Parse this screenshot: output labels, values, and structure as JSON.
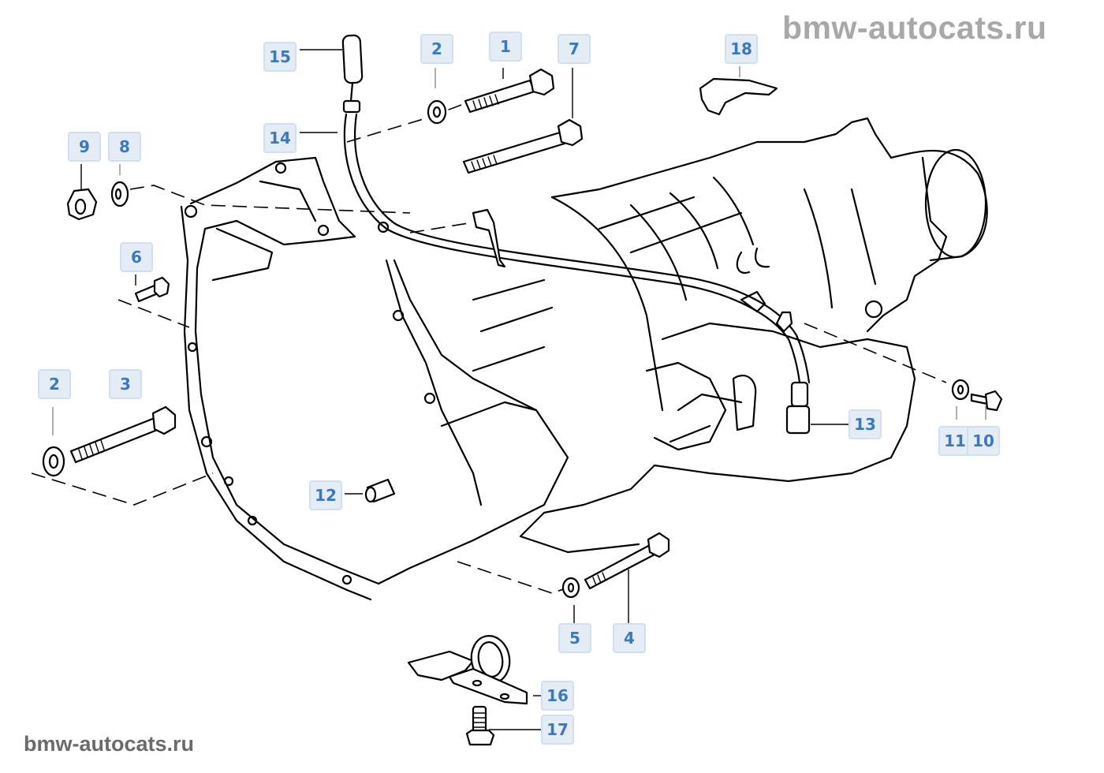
{
  "diagram": {
    "subject": "Automatic transmission housing — exploded parts view",
    "watermarks": {
      "top_right": "bmw-autocats.ru",
      "bottom_left": "bmw-autocats.ru"
    },
    "colors": {
      "callout_text": "#3b78c0",
      "callout_fill": "#e4ecf6",
      "callout_border": "#d2dff0",
      "watermark_top": "#a8a8a8",
      "watermark_bottom": "#6b6b6b",
      "line_art": "#000000"
    },
    "callouts": [
      {
        "id": "c15",
        "label": "15",
        "part": "dipstick-handle"
      },
      {
        "id": "c14",
        "label": "14",
        "part": "dipstick-guide-tube"
      },
      {
        "id": "c2a",
        "label": "2",
        "part": "washer"
      },
      {
        "id": "c1",
        "label": "1",
        "part": "hex-bolt"
      },
      {
        "id": "c7",
        "label": "7",
        "part": "hex-bolt-long"
      },
      {
        "id": "c18",
        "label": "18",
        "part": "bracket"
      },
      {
        "id": "c9",
        "label": "9",
        "part": "hex-nut"
      },
      {
        "id": "c8",
        "label": "8",
        "part": "washer"
      },
      {
        "id": "c6",
        "label": "6",
        "part": "hex-bolt-short"
      },
      {
        "id": "c2b",
        "label": "2",
        "part": "washer"
      },
      {
        "id": "c3",
        "label": "3",
        "part": "hex-bolt"
      },
      {
        "id": "c12",
        "label": "12",
        "part": "dowel-sleeve"
      },
      {
        "id": "c13",
        "label": "13",
        "part": "tube-seal-fitting"
      },
      {
        "id": "c11",
        "label": "11",
        "part": "washer"
      },
      {
        "id": "c10",
        "label": "10",
        "part": "hex-bolt"
      },
      {
        "id": "c5",
        "label": "5",
        "part": "washer"
      },
      {
        "id": "c4",
        "label": "4",
        "part": "hex-bolt"
      },
      {
        "id": "c16",
        "label": "16",
        "part": "lifting-eye-bracket"
      },
      {
        "id": "c17",
        "label": "17",
        "part": "hex-bolt"
      }
    ]
  }
}
